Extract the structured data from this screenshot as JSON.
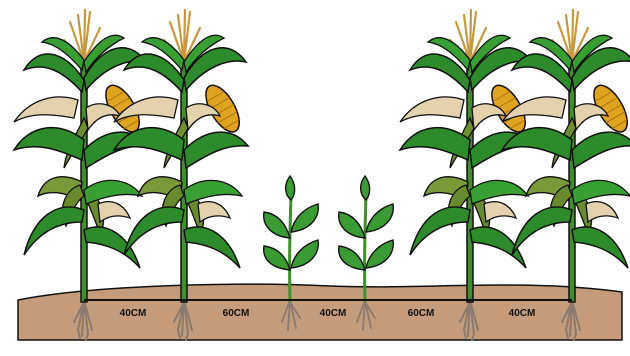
{
  "diagram": {
    "spacing_labels": [
      "40CM",
      "60CM",
      "40CM",
      "60CM",
      "40CM"
    ],
    "plants": [
      {
        "kind": "corn"
      },
      {
        "kind": "corn"
      },
      {
        "kind": "seedling"
      },
      {
        "kind": "seedling"
      },
      {
        "kind": "corn"
      },
      {
        "kind": "corn"
      }
    ],
    "colors": {
      "soil": "#c59c7b",
      "leaf": "#2e8b2c",
      "leaf_dark": "#1f6b1e",
      "husk": "#7a9a3a",
      "cob": "#e0a320",
      "tassel": "#d8b25a",
      "root": "#8a7a70",
      "outline": "#111111"
    }
  }
}
